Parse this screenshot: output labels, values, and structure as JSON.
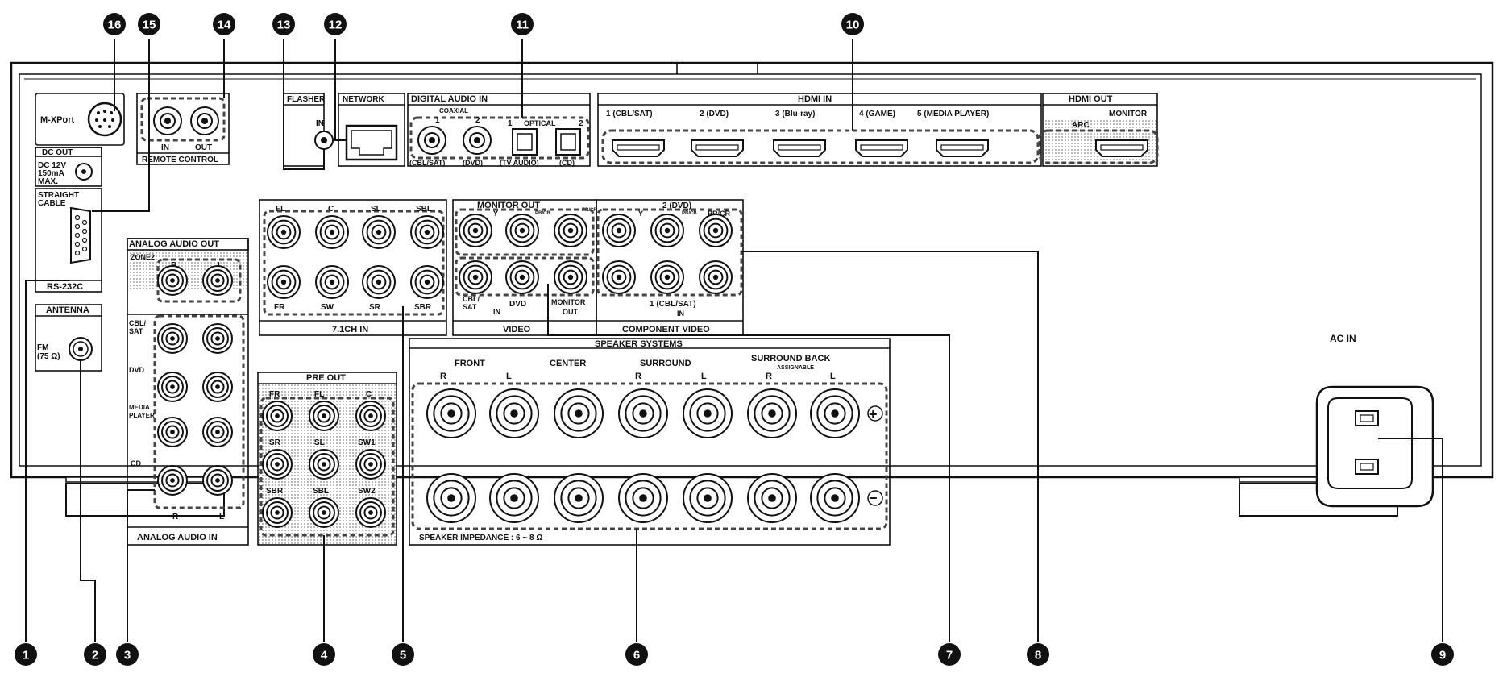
{
  "badges": [
    "1",
    "2",
    "3",
    "4",
    "5",
    "6",
    "7",
    "8",
    "9",
    "10",
    "11",
    "12",
    "13",
    "14",
    "15",
    "16"
  ],
  "labels": {
    "mxport": "M-XPort",
    "dc_out": "DC OUT",
    "dc_spec1": "DC 12V",
    "dc_spec2": "150mA",
    "dc_spec3": "MAX.",
    "straight1": "STRAIGHT",
    "straight2": "CABLE",
    "rs232c": "RS-232C",
    "antenna": "ANTENNA",
    "fm1": "FM",
    "fm2": "(75 Ω)",
    "remote_in": "IN",
    "remote_out": "OUT",
    "remote_control": "REMOTE CONTROL",
    "flasher": "FLASHER",
    "flasher_in": "IN",
    "network": "NETWORK",
    "digital_audio_in": "DIGITAL AUDIO IN",
    "coaxial": "COAXIAL",
    "optical": "OPTICAL",
    "dig_1": "1",
    "dig_2": "2",
    "opt_1": "1",
    "opt_2": "2",
    "dig_cbl": "(CBL/SAT)",
    "dig_dvd": "(DVD)",
    "dig_tv": "(TV AUDIO)",
    "dig_cd": "(CD)",
    "hdmi_in": "HDMI IN",
    "hdmi_1": "1 (CBL/SAT)",
    "hdmi_2": "2 (DVD)",
    "hdmi_3": "3 (Blu-ray)",
    "hdmi_4": "4 (GAME)",
    "hdmi_5": "5 (MEDIA PLAYER)",
    "hdmi_out": "HDMI OUT",
    "monitor": "MONITOR",
    "arc": "ARC",
    "analog_audio_out": "ANALOG AUDIO OUT",
    "zone2": "ZONE2",
    "ao_r": "R",
    "ao_l": "L",
    "cbl1": "CBL/",
    "cbl2": "SAT",
    "dvd": "DVD",
    "media1": "MEDIA",
    "media2": "PLAYER",
    "cd": "CD",
    "ai_r": "R",
    "ai_l": "L",
    "analog_audio_in": "ANALOG AUDIO IN",
    "ch_fl": "FL",
    "ch_c": "C",
    "ch_sl": "SL",
    "ch_sbl": "SBL",
    "ch_fr": "FR",
    "ch_sw": "SW",
    "ch_sr": "SR",
    "ch_sbr": "SBR",
    "ch71_in": "7.1CH IN",
    "pre_out": "PRE OUT",
    "po_fr": "FR",
    "po_fl": "FL",
    "po_c": "C",
    "po_sr": "SR",
    "po_sl": "SL",
    "po_sw1": "SW1",
    "po_sbr": "SBR",
    "po_sbl": "SBL",
    "po_sw2": "SW2",
    "monitor_out": "MONITOR    OUT",
    "mon_y": "Y",
    "mon_pb": "PB/CB",
    "mon_pr": "PR/CR",
    "vid_cbl1": "CBL/",
    "vid_cbl2": "SAT",
    "vid_in": "IN",
    "vid_dvd": "DVD",
    "vid_mon1": "MONITOR",
    "vid_mon2": "OUT",
    "video": "VIDEO",
    "comp_2dvd": "2 (DVD)",
    "comp_y": "Y",
    "comp_pb": "PB/CB",
    "comp_pr": "PR/CR",
    "comp_1": "1 (CBL/SAT)",
    "comp_in": "IN",
    "component_video": "COMPONENT VIDEO",
    "speaker_systems": "SPEAKER SYSTEMS",
    "front": "FRONT",
    "center": "CENTER",
    "surround": "SURROUND",
    "surround_back": "SURROUND BACK",
    "assignable": "ASSIGNABLE",
    "sp_r1": "R",
    "sp_l1": "L",
    "sp_r2": "R",
    "sp_l2": "L",
    "sp_r3": "R",
    "sp_l3": "L",
    "plus": "+",
    "minus": "−",
    "impedance": "SPEAKER IMPEDANCE : 6 ~ 8 Ω",
    "ac_in": "AC IN"
  }
}
